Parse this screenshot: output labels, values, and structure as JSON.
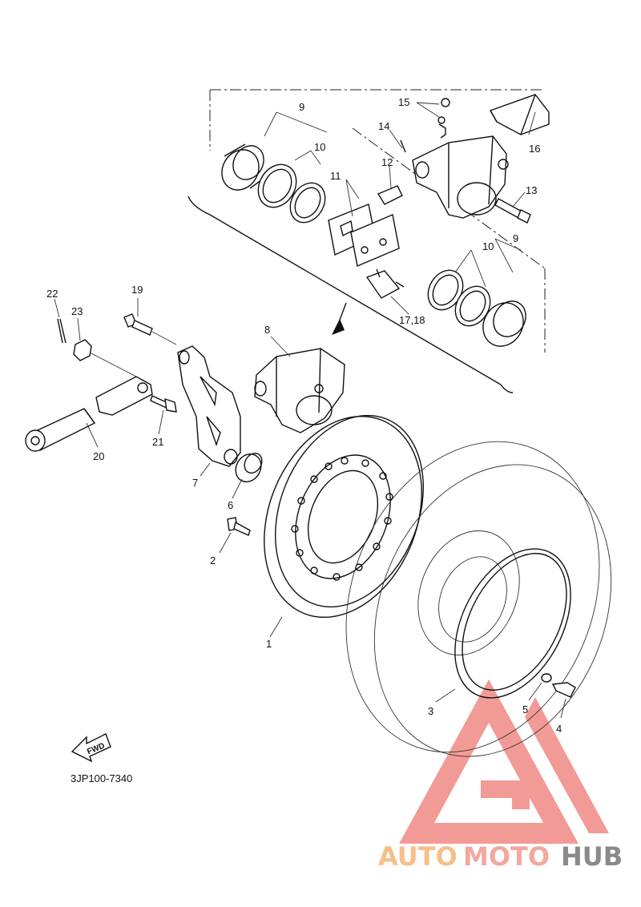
{
  "diagram": {
    "part_code": "3JP100-7340",
    "fwd_label": "FWD",
    "watermark": {
      "text_a": "AUTO",
      "text_b": "MOTO",
      "text_c": "HUB",
      "color_a": "#f6c08a",
      "color_b": "#f4a7a0",
      "color_c": "#8a8a8a",
      "logo_color": "#f08a84"
    },
    "callouts": [
      "1",
      "2",
      "3",
      "4",
      "5",
      "6",
      "7",
      "8",
      "9",
      "9",
      "10",
      "10",
      "11",
      "12",
      "13",
      "14",
      "15",
      "16",
      "17,18",
      "19",
      "20",
      "21",
      "22",
      "23"
    ]
  }
}
